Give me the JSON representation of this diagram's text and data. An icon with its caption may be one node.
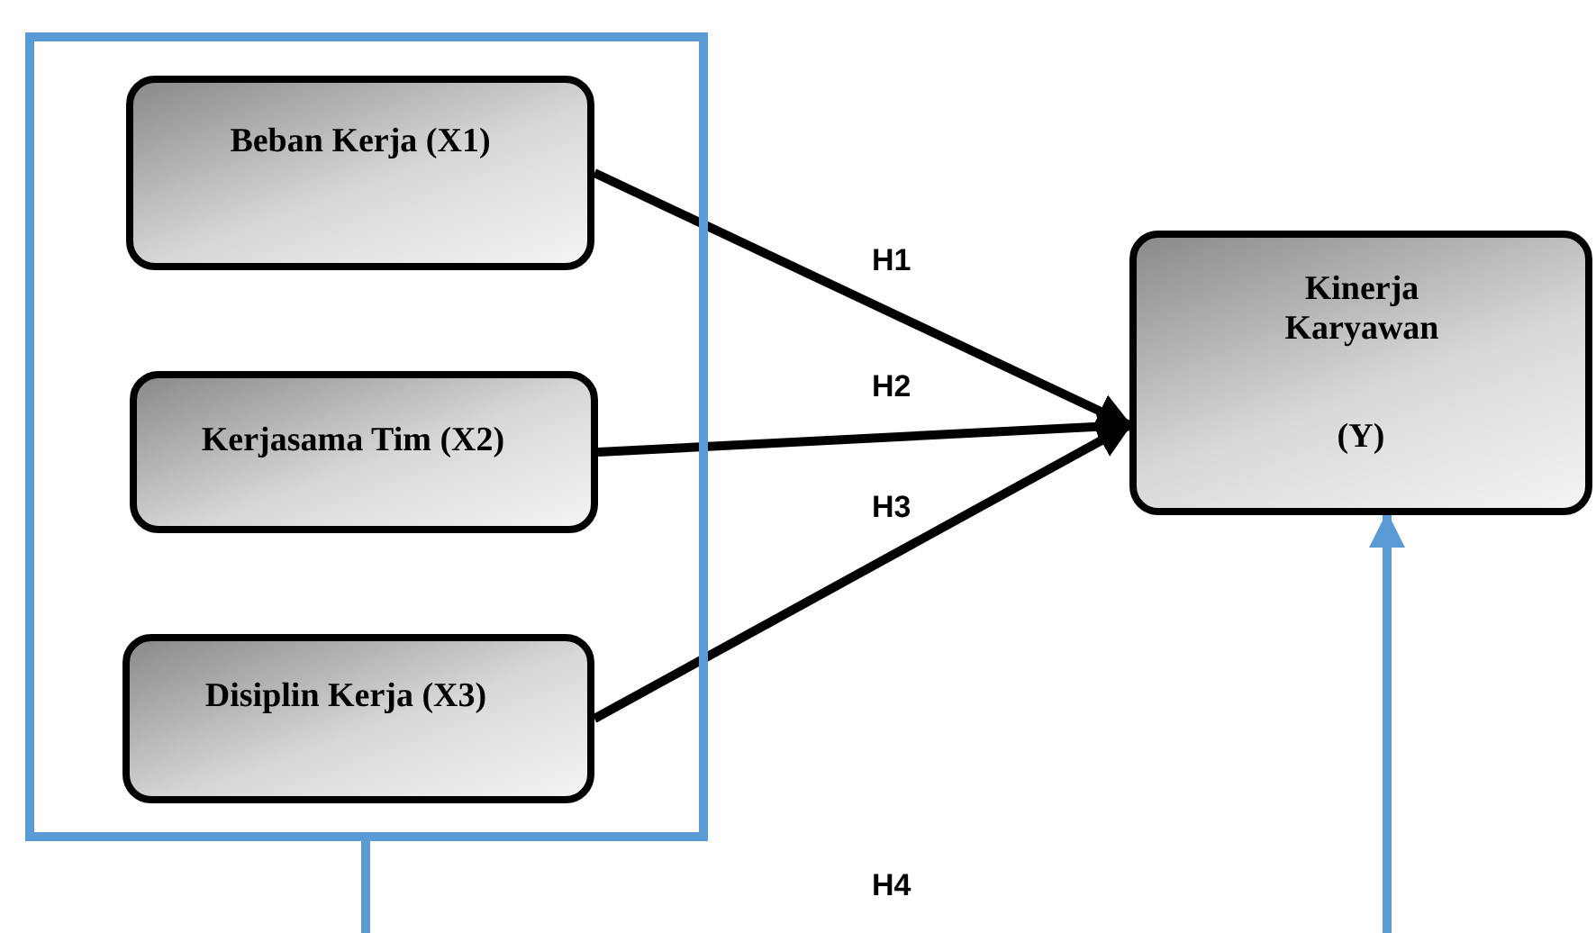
{
  "diagram": {
    "nodes": [
      {
        "text": [],
        "shape": "box"
      },
      {
        "text": [
          "Beban Kerja (X1)"
        ],
        "in": 0
      },
      {
        "text": [
          "Kerjasama Tim (X2)"
        ],
        "in": 0
      },
      {
        "text": [
          "Disiplin Kerja (X3)"
        ],
        "in": 0
      },
      {
        "text": [
          "Kinerja Karyawan",
          "(Y)"
        ]
      }
    ],
    "edges": [
      {
        "from": 1,
        "to": 4,
        "arrow": "to",
        "label": "H1"
      },
      {
        "from": 2,
        "to": 4,
        "arrow": "to",
        "label": "H2"
      },
      {
        "from": 3,
        "to": 4,
        "arrow": "to",
        "label": "H3"
      },
      {
        "from": 0,
        "to": 4,
        "arrow": "to",
        "label": "H4",
        "color": "#5b9bd5"
      }
    ]
  }
}
